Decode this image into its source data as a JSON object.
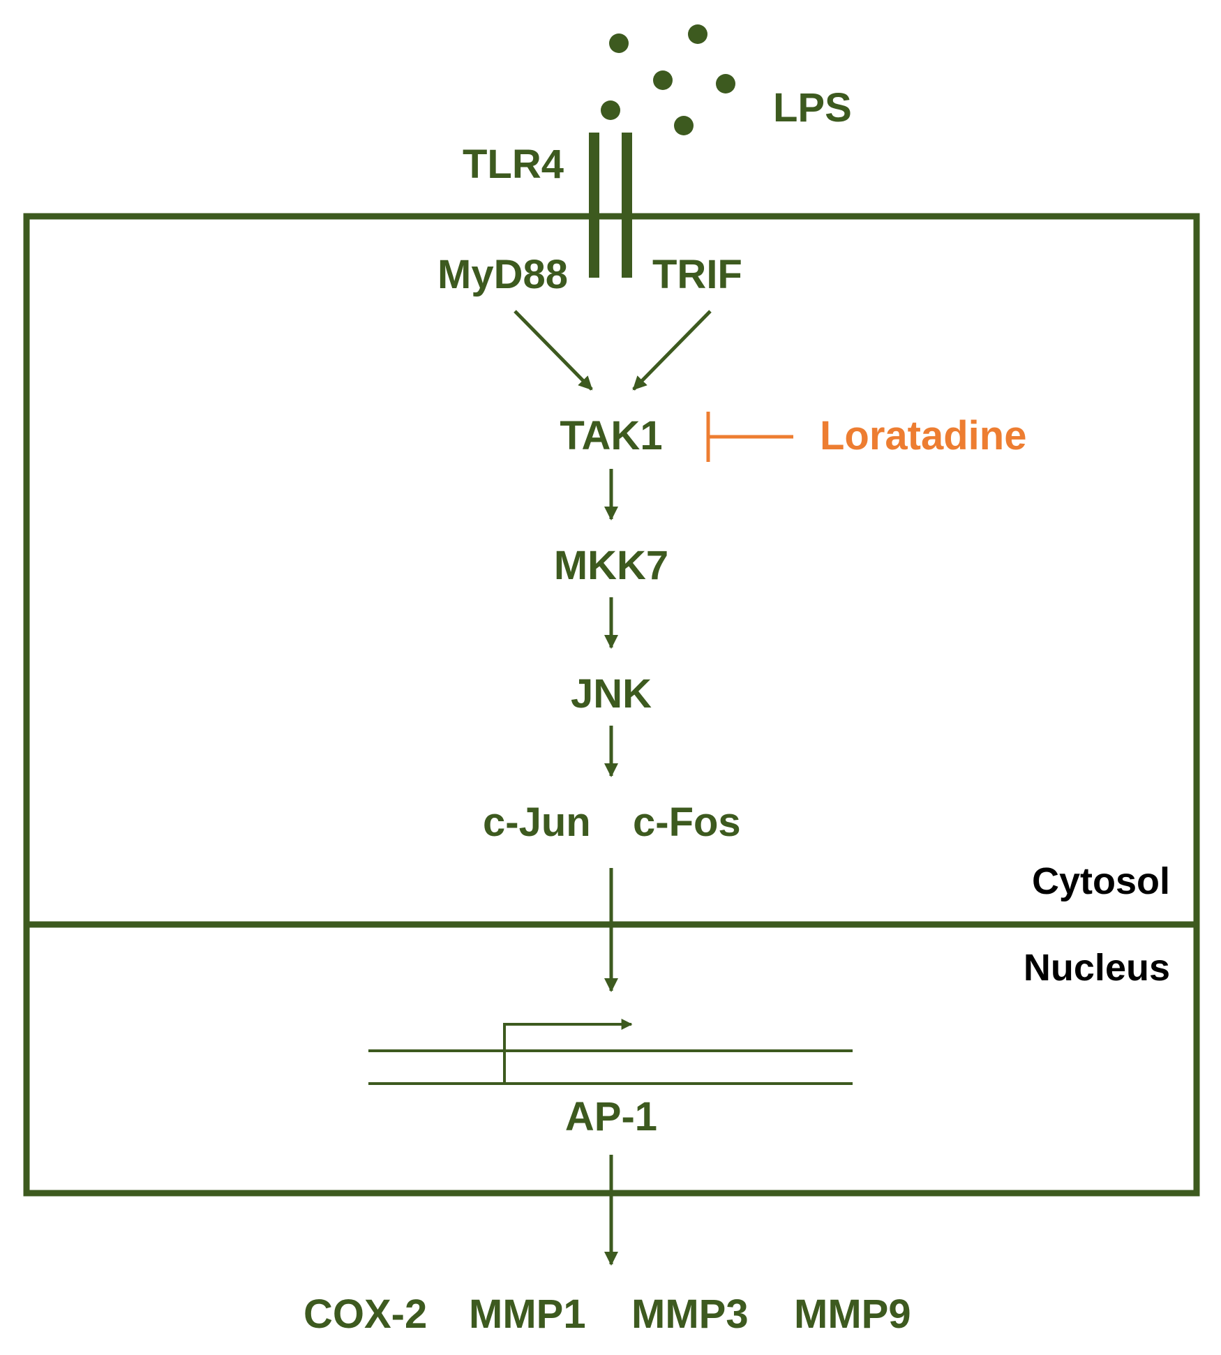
{
  "colors": {
    "pathway": "#3d5a1f",
    "inhibitor": "#ed7d31",
    "compartment_label": "#000000"
  },
  "labels": {
    "lps": "LPS",
    "tlr4": "TLR4",
    "myd88": "MyD88",
    "trif": "TRIF",
    "tak1": "TAK1",
    "loratadine": "Loratadine",
    "mkk7": "MKK7",
    "jnk": "JNK",
    "c_jun": "c-Jun",
    "c_fos": "c-Fos",
    "cytosol": "Cytosol",
    "nucleus": "Nucleus",
    "ap1": "AP-1",
    "outputs": [
      "COX-2",
      "MMP1",
      "MMP3",
      "MMP9"
    ]
  }
}
